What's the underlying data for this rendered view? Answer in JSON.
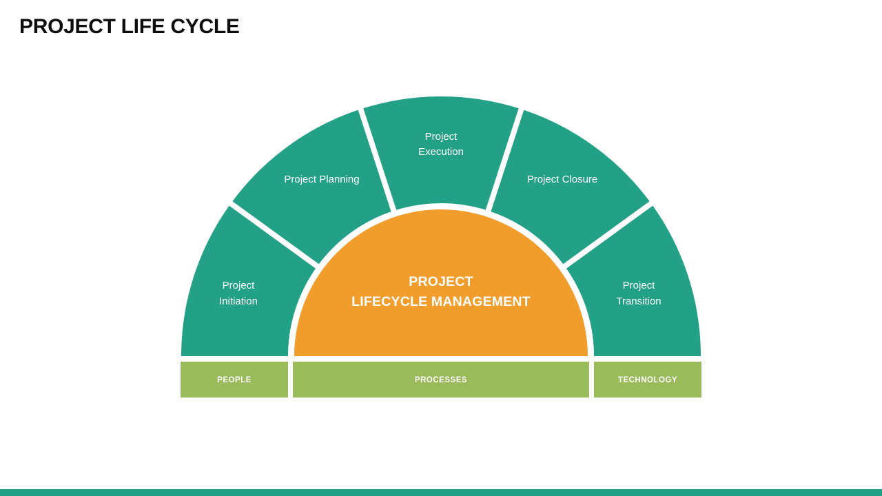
{
  "slide": {
    "title": "PROJECT LIFE CYCLE",
    "colors": {
      "segment_teal": "#22A186",
      "center_orange": "#F19D2B",
      "bar_green": "#9ABB59",
      "accent_strip_teal": "#21A186",
      "label_white": "#FFFFFF",
      "title_black": "#0D0D0D"
    },
    "diagram": {
      "center": {
        "lines": [
          "PROJECT",
          "LIFECYCLE MANAGEMENT"
        ]
      },
      "segments": [
        {
          "id": "project-initiation",
          "lines": [
            "Project",
            "Initiation"
          ]
        },
        {
          "id": "project-planning",
          "lines": [
            "Project Planning"
          ]
        },
        {
          "id": "project-execution",
          "lines": [
            "Project",
            "Execution"
          ]
        },
        {
          "id": "project-closure",
          "lines": [
            "Project Closure"
          ]
        },
        {
          "id": "project-transition",
          "lines": [
            "Project",
            "Transition"
          ]
        }
      ],
      "bars": [
        {
          "label": "PEOPLE"
        },
        {
          "label": "PROCESSES"
        },
        {
          "label": "TECHNOLOGY"
        }
      ]
    }
  }
}
